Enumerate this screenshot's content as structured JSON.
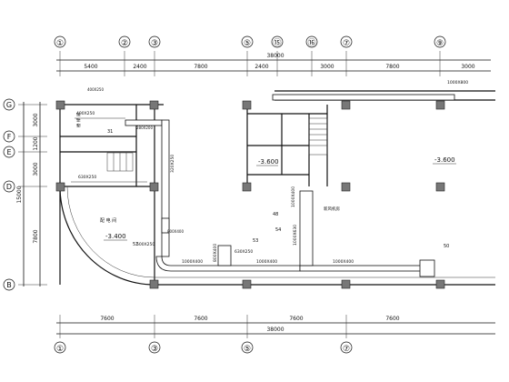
{
  "top_axes": [
    "①",
    "②",
    "③",
    "⑤",
    "⑮",
    "⑯",
    "⑦",
    "⑨"
  ],
  "top_dims": [
    "5400",
    "2400",
    "7800",
    "2400",
    "3000",
    "7800",
    "3000"
  ],
  "top_total": "38000",
  "bottom_axes": [
    "①",
    "③",
    "⑤",
    "⑦"
  ],
  "bottom_dims": [
    "7600",
    "7600",
    "7600",
    "7600"
  ],
  "bottom_total": "38000",
  "left_axes": [
    "G",
    "F",
    "E",
    "D",
    "B"
  ],
  "left_dims": [
    "3000",
    "1200",
    "3000",
    "7800"
  ],
  "left_total": "15000",
  "levels": [
    "-3.600",
    "-3.600",
    "-3.400"
  ],
  "room_label": "配 电 间",
  "stair_label": "楼 梯 间",
  "duct_sizes": [
    "400X250",
    "630X250",
    "320X250",
    "1000X400",
    "1000X400",
    "1000X400",
    "630X250",
    "500X250",
    "800X400",
    "1000X630",
    "1000X800",
    "1000X400"
  ],
  "leaders": [
    "31",
    "52",
    "53",
    "48",
    "54",
    "50"
  ],
  "note_label": "新风机房",
  "tags": [
    "280X200",
    "800X400",
    "400X250"
  ]
}
